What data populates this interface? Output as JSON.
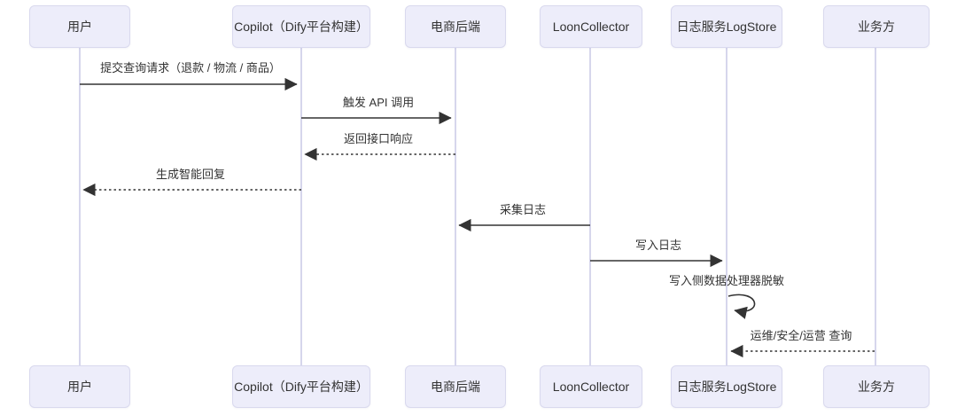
{
  "diagram": {
    "type": "sequence-diagram",
    "colors": {
      "participant_fill": "#EDEDFA",
      "participant_border": "#D9D9EE",
      "lifeline": "#D6D6EC",
      "arrow": "#333333",
      "text": "#333333",
      "background": "#FFFFFF"
    }
  },
  "participants": [
    {
      "id": "user",
      "name": "用户"
    },
    {
      "id": "copilot",
      "name": "Copilot（Dify平台构建）"
    },
    {
      "id": "ecommerce-backend",
      "name": "电商后端"
    },
    {
      "id": "loon-collector",
      "name": "LoonCollector"
    },
    {
      "id": "logstore",
      "name": "日志服务LogStore"
    },
    {
      "id": "business",
      "name": "业务方"
    }
  ],
  "messages": [
    {
      "label": "提交查询请求（退款 / 物流 / 商品）",
      "from": "用户",
      "to": "Copilot（Dify平台构建）",
      "line": "solid",
      "direction": "right"
    },
    {
      "label": "触发 API 调用",
      "from": "Copilot（Dify平台构建）",
      "to": "电商后端",
      "line": "solid",
      "direction": "right"
    },
    {
      "label": "返回接口响应",
      "from": "电商后端",
      "to": "Copilot（Dify平台构建）",
      "line": "dashed",
      "direction": "left"
    },
    {
      "label": "生成智能回复",
      "from": "Copilot（Dify平台构建）",
      "to": "用户",
      "line": "dashed",
      "direction": "left"
    },
    {
      "label": "采集日志",
      "from": "LoonCollector",
      "to": "电商后端",
      "line": "solid",
      "direction": "left"
    },
    {
      "label": "写入日志",
      "from": "LoonCollector",
      "to": "日志服务LogStore",
      "line": "solid",
      "direction": "right"
    },
    {
      "label": "写入侧数据处理器脱敏",
      "from": "日志服务LogStore",
      "to": "日志服务LogStore",
      "line": "self",
      "direction": "self"
    },
    {
      "label": "运维/安全/运营 查询",
      "from": "业务方",
      "to": "日志服务LogStore",
      "line": "dashed",
      "direction": "left"
    }
  ]
}
